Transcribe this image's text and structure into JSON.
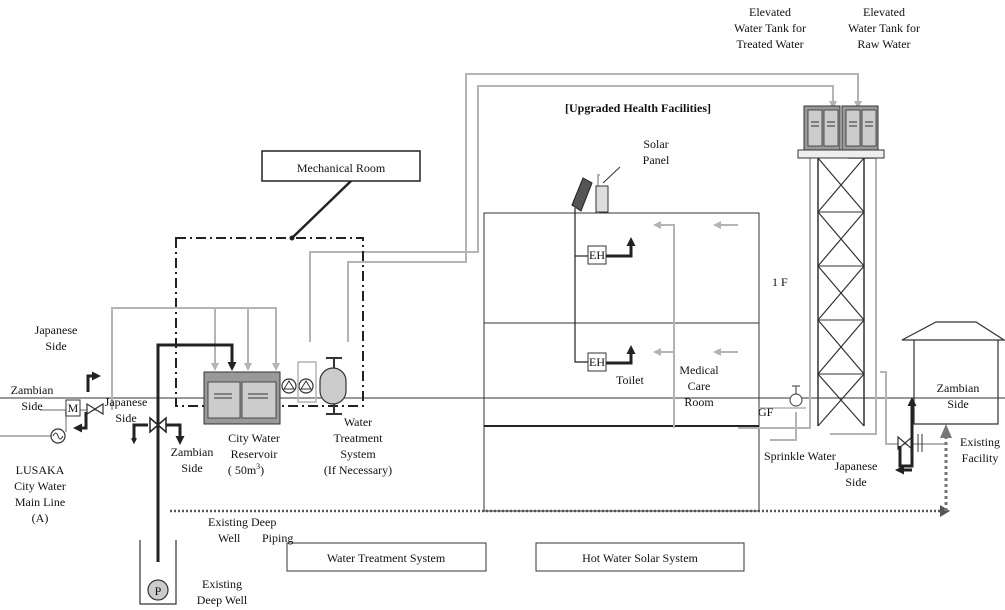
{
  "labels": {
    "elevated_treated": [
      "Elevated",
      "Water Tank for",
      "Treated Water"
    ],
    "elevated_raw": [
      "Elevated",
      "Water Tank for",
      "Raw Water"
    ],
    "upgraded_facilities": "[Upgraded Health Facilities]",
    "solar_panel": [
      "Solar",
      "Panel"
    ],
    "mechanical_room": "Mechanical Room",
    "floor_1f": "1 F",
    "floor_gf": "GF",
    "eh_upper": "EH",
    "eh_lower": "EH",
    "toilet": "Toilet",
    "medical_room": [
      "Medical",
      "Care",
      "Room"
    ],
    "japanese_side_left": [
      "Japanese",
      "Side"
    ],
    "zambian_side_left": [
      "Zambian",
      "Side"
    ],
    "meter": "M",
    "japanese_side_mid": [
      "Japanese",
      "Side"
    ],
    "zambian_side_mid": [
      "Zambian",
      "Side"
    ],
    "city_reservoir": [
      "City Water",
      "Reservoir",
      "(   50m",
      "3",
      ")"
    ],
    "water_treatment": [
      "Water",
      "Treatment",
      "System",
      "(If Necessary)"
    ],
    "sprinkle_water": "Sprinkle Water",
    "japanese_side_right": [
      "Japanese",
      "Side"
    ],
    "zambian_side_right": [
      "Zambian",
      "Side"
    ],
    "existing_facility": [
      "Existing",
      "Facility"
    ],
    "lusaka_main": [
      "LUSAKA",
      "City Water",
      "Main Line",
      "(A)"
    ],
    "existing_deep_well_piping": [
      "Existing Deep",
      "Well",
      "Piping"
    ],
    "pump": "P",
    "existing_deep_well": [
      "Existing",
      "Deep Well"
    ],
    "legend_water_treatment": "Water Treatment System",
    "legend_hot_water_solar": "Hot Water Solar System"
  }
}
